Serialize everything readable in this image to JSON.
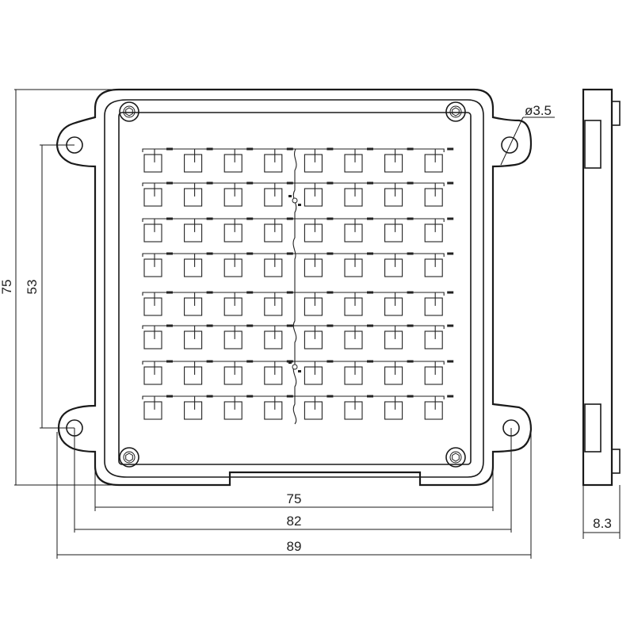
{
  "dimensions": {
    "overall_height": "75",
    "hole_spacing_vertical": "53",
    "body_width": "75",
    "hole_spacing_horizontal": "82",
    "overall_width": "89",
    "hole_diameter": "ø3.5",
    "side_thickness": "8.3"
  },
  "array": {
    "rows": 8,
    "cols": 8
  }
}
